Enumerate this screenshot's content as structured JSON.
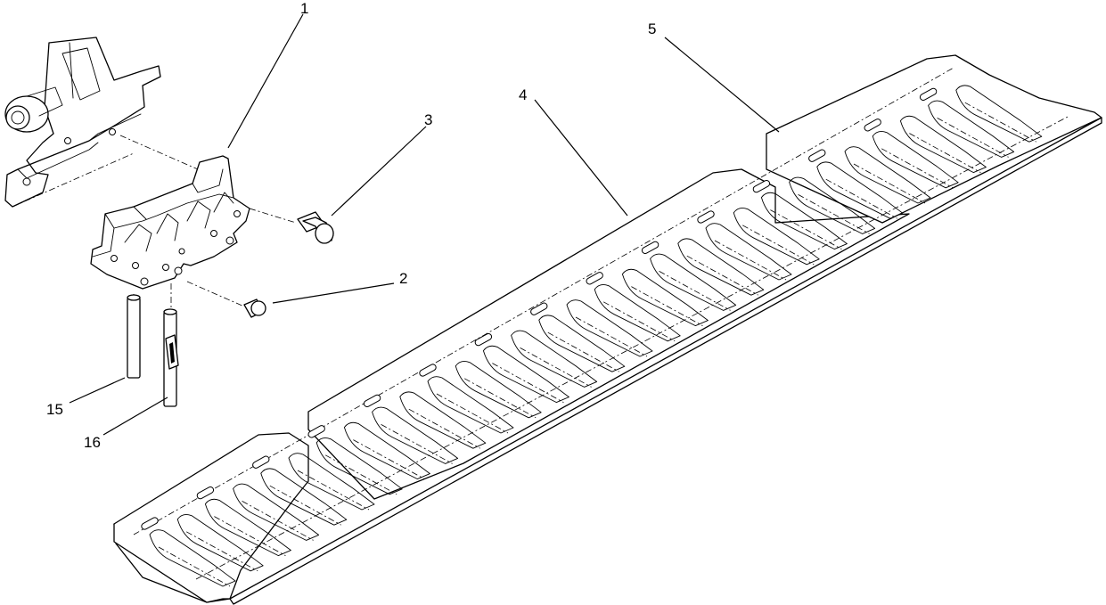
{
  "diagram": {
    "callouts": [
      {
        "id": "1",
        "label": "1"
      },
      {
        "id": "2",
        "label": "2"
      },
      {
        "id": "3",
        "label": "3"
      },
      {
        "id": "4",
        "label": "4"
      },
      {
        "id": "5",
        "label": "5"
      },
      {
        "id": "15",
        "label": "15"
      },
      {
        "id": "16",
        "label": "16"
      }
    ]
  }
}
